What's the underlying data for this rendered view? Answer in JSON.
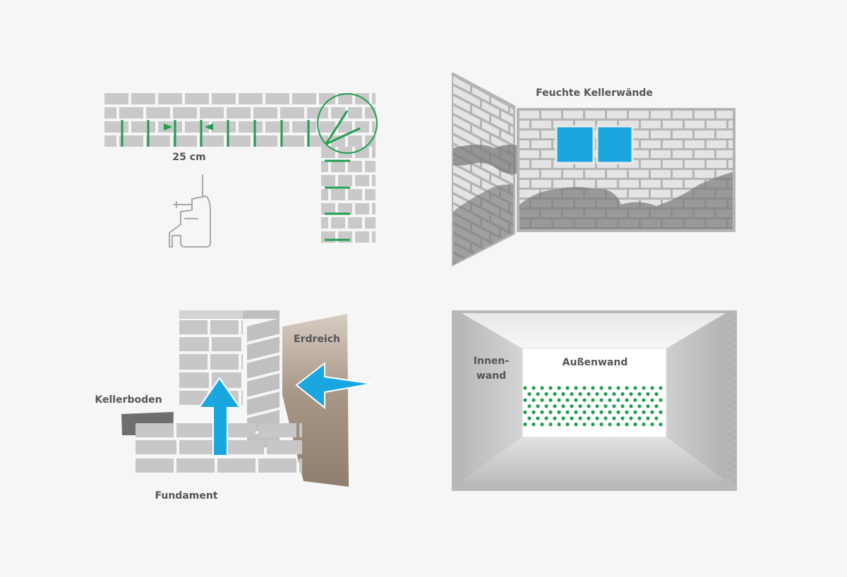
{
  "labels": {
    "drill_spacing": "25 cm",
    "damp_walls": "Feuchte Kellerwände",
    "soil": "Erdreich",
    "basement_floor": "Kellerboden",
    "foundation": "Fundament",
    "inner_wall_line1": "Innen-",
    "inner_wall_line2": "wand",
    "outer_wall": "Außenwand"
  },
  "colors": {
    "background": "#f6f6f6",
    "brick": "#c9c9c9",
    "mortar": "#f6f6f6",
    "accent_green": "#1f9e4f",
    "accent_blue": "#1aa7e0",
    "soil": "#9a8a7a",
    "moisture": "#7b7b7b"
  },
  "icons": {
    "drill": "drill-icon",
    "rising_moisture": "arrow-up-icon",
    "lateral_moisture": "arrow-left-icon"
  }
}
